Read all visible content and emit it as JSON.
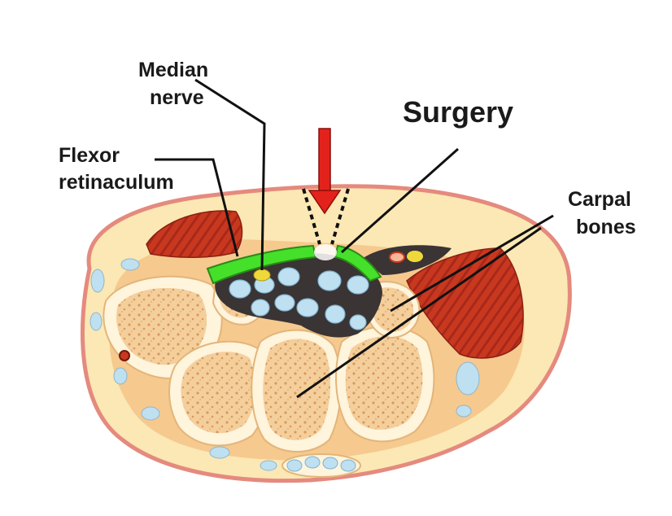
{
  "labels": {
    "median_nerve": [
      "Median",
      "nerve"
    ],
    "flexor_retinaculum": [
      "Flexor",
      "retinaculum"
    ],
    "surgery": "Surgery",
    "carpal_bones": [
      "Carpal",
      "bones"
    ]
  },
  "colors": {
    "skin_outline": "#e58a7e",
    "skin_fill": "#fbe8b4",
    "tissue": "#f6c98f",
    "bone_outer": "#fff4dc",
    "bone_inner": "#f2c894",
    "muscle": "#c8381f",
    "tunnel": "#3a3434",
    "tendon": "#bfe0f0",
    "retinaculum": "#44e02a",
    "nerve": "#f0d83a",
    "arrow": "#e3221b",
    "leader_line": "#111111"
  }
}
